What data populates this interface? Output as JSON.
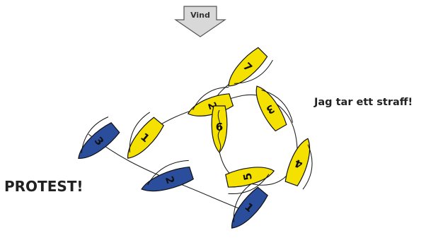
{
  "wind": {
    "label": "Vind",
    "arrow_fill": "#d8d8d8",
    "arrow_stroke": "#555555"
  },
  "callouts": {
    "protest": "PROTEST!",
    "penalty": "Jag tar ett straff!"
  },
  "colors": {
    "yellow_boat": "#f5e100",
    "blue_boat": "#2a4d9c",
    "hull_outline": "#111111",
    "track": "#222222"
  },
  "yellow_boat": {
    "name": "yellow",
    "positions": [
      "1",
      "2",
      "3",
      "4",
      "5",
      "6",
      "7"
    ]
  },
  "blue_boat": {
    "name": "blue",
    "positions": [
      "1",
      "2",
      "3"
    ]
  }
}
